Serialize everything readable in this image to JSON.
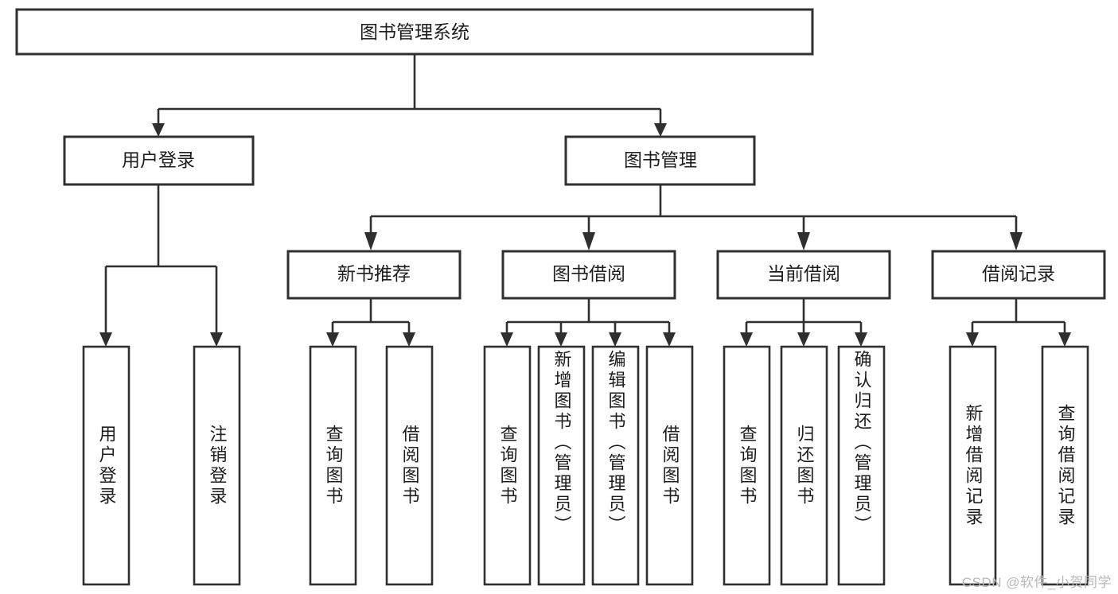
{
  "diagram": {
    "type": "tree-hierarchy",
    "title": "图书管理系统",
    "watermark": "CSDN @软件_小贺同学",
    "colors": {
      "background": "#ffffff",
      "stroke": "#2f2f2f",
      "text": "#1d1d1d",
      "watermark": "#b8b8b8"
    },
    "root": {
      "label": "图书管理系统"
    },
    "level1": [
      {
        "label": "用户登录"
      },
      {
        "label": "图书管理"
      }
    ],
    "level2": [
      {
        "label": "新书推荐"
      },
      {
        "label": "图书借阅"
      },
      {
        "label": "当前借阅"
      },
      {
        "label": "借阅记录"
      }
    ],
    "leaves": {
      "user_login": [
        {
          "label": "用户登录"
        },
        {
          "label": "注销登录"
        }
      ],
      "new_book": [
        {
          "label": "查询图书"
        },
        {
          "label": "借阅图书"
        }
      ],
      "book_borrow": [
        {
          "label": "查询图书"
        },
        {
          "label": "新增图书（管理员）"
        },
        {
          "label": "编辑图书（管理员）"
        },
        {
          "label": "借阅图书"
        }
      ],
      "current_borrow": [
        {
          "label": "查询图书"
        },
        {
          "label": "归还图书"
        },
        {
          "label": "确认归还（管理员）"
        }
      ],
      "borrow_record": [
        {
          "label": "新增借阅记录"
        },
        {
          "label": "查询借阅记录"
        }
      ]
    }
  }
}
